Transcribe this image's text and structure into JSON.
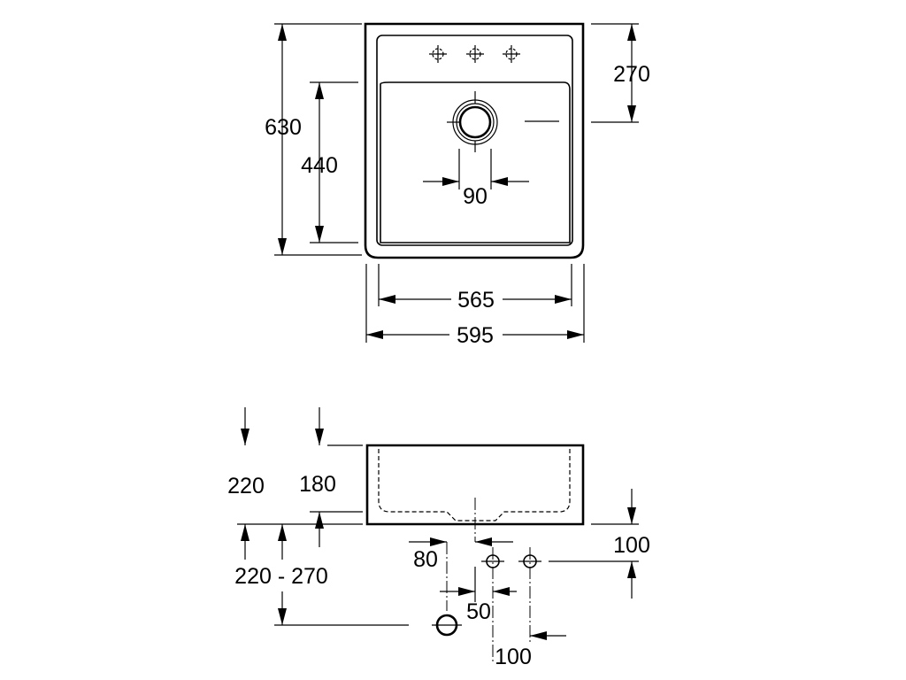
{
  "top_view": {
    "depth_total": "630",
    "depth_basin": "440",
    "tap_offset": "270",
    "drain_dia": "90",
    "width_basin": "565",
    "width_total": "595"
  },
  "side_view": {
    "height_total": "220",
    "height_basin": "180",
    "install_height": "220 - 270",
    "pipe_drop": "100",
    "drain_offset": "80",
    "pipe_spacing_a": "50",
    "pipe_spacing_b": "100"
  }
}
